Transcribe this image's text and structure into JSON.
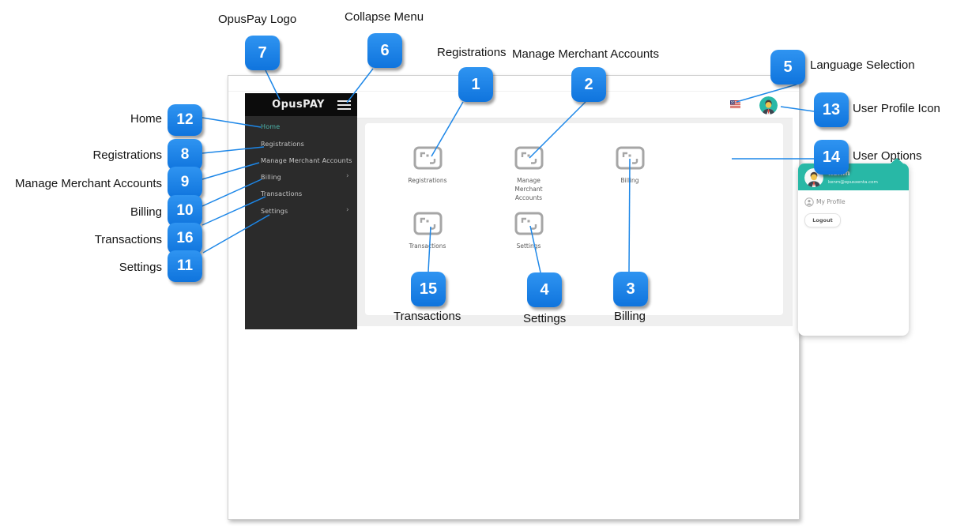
{
  "colors": {
    "badge_blue": "#1e88e5",
    "callout_line_blue": "#1d87e8",
    "teal_accent": "#28b8a6",
    "sidebar_active_teal": "#4db6ac",
    "sidebar_dark": "#2b2b2b",
    "logo_bar_black": "#0c0c0c",
    "content_gray": "#efefef"
  },
  "icons": {
    "collapse_menu": "hamburger-icon",
    "language": "us-flag-icon",
    "user": "person-avatar-icon",
    "tile_placeholder": "image-placeholder-icon",
    "my_profile": "person-circle-icon",
    "submenu": "chevron-right-icon"
  },
  "annotations": {
    "items": [
      {
        "num": "1",
        "label": "Registrations"
      },
      {
        "num": "2",
        "label": "Manage Merchant Accounts"
      },
      {
        "num": "3",
        "label": "Billing"
      },
      {
        "num": "4",
        "label": "Settings"
      },
      {
        "num": "5",
        "label": "Language Selection"
      },
      {
        "num": "6",
        "label": "Collapse Menu"
      },
      {
        "num": "7",
        "label": "OpusPay Logo"
      },
      {
        "num": "8",
        "label": "Registrations"
      },
      {
        "num": "9",
        "label": "Manage Merchant Accounts"
      },
      {
        "num": "10",
        "label": "Billing"
      },
      {
        "num": "11",
        "label": "Settings"
      },
      {
        "num": "12",
        "label": "Home"
      },
      {
        "num": "13",
        "label": "User Profile Icon"
      },
      {
        "num": "14",
        "label": "User Options"
      },
      {
        "num": "15",
        "label": "Transactions"
      },
      {
        "num": "16",
        "label": "Transactions"
      }
    ]
  },
  "app": {
    "logo_text": "OpusPAY",
    "menu": {
      "chevron_char": "›",
      "items": [
        {
          "label": "Home",
          "active": true
        },
        {
          "label": "Registrations"
        },
        {
          "label": "Manage Merchant Accounts"
        },
        {
          "label": "Billing",
          "chevron": true
        },
        {
          "label": "Transactions"
        },
        {
          "label": "Settings",
          "chevron": true
        }
      ]
    },
    "tiles": [
      {
        "label": "Registrations"
      },
      {
        "label": "Manage Merchant Accounts"
      },
      {
        "label": "Billing"
      },
      {
        "label": "Transactions"
      },
      {
        "label": "Settings"
      }
    ],
    "user_menu": {
      "name": "kenm",
      "email": "kenm@opusxenta.com",
      "profile_label": "My Profile",
      "logout_label": "Logout"
    }
  }
}
